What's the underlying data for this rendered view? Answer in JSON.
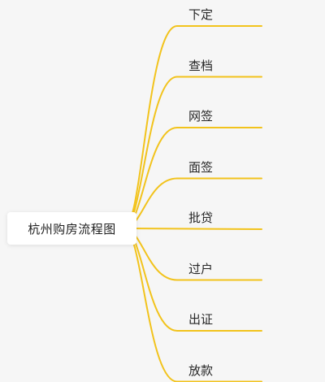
{
  "mindmap": {
    "root": "杭州购房流程图",
    "branches": [
      "下定",
      "查档",
      "网签",
      "面签",
      "批贷",
      "过户",
      "出证",
      "放款"
    ],
    "line_color": "#f2c31c"
  }
}
